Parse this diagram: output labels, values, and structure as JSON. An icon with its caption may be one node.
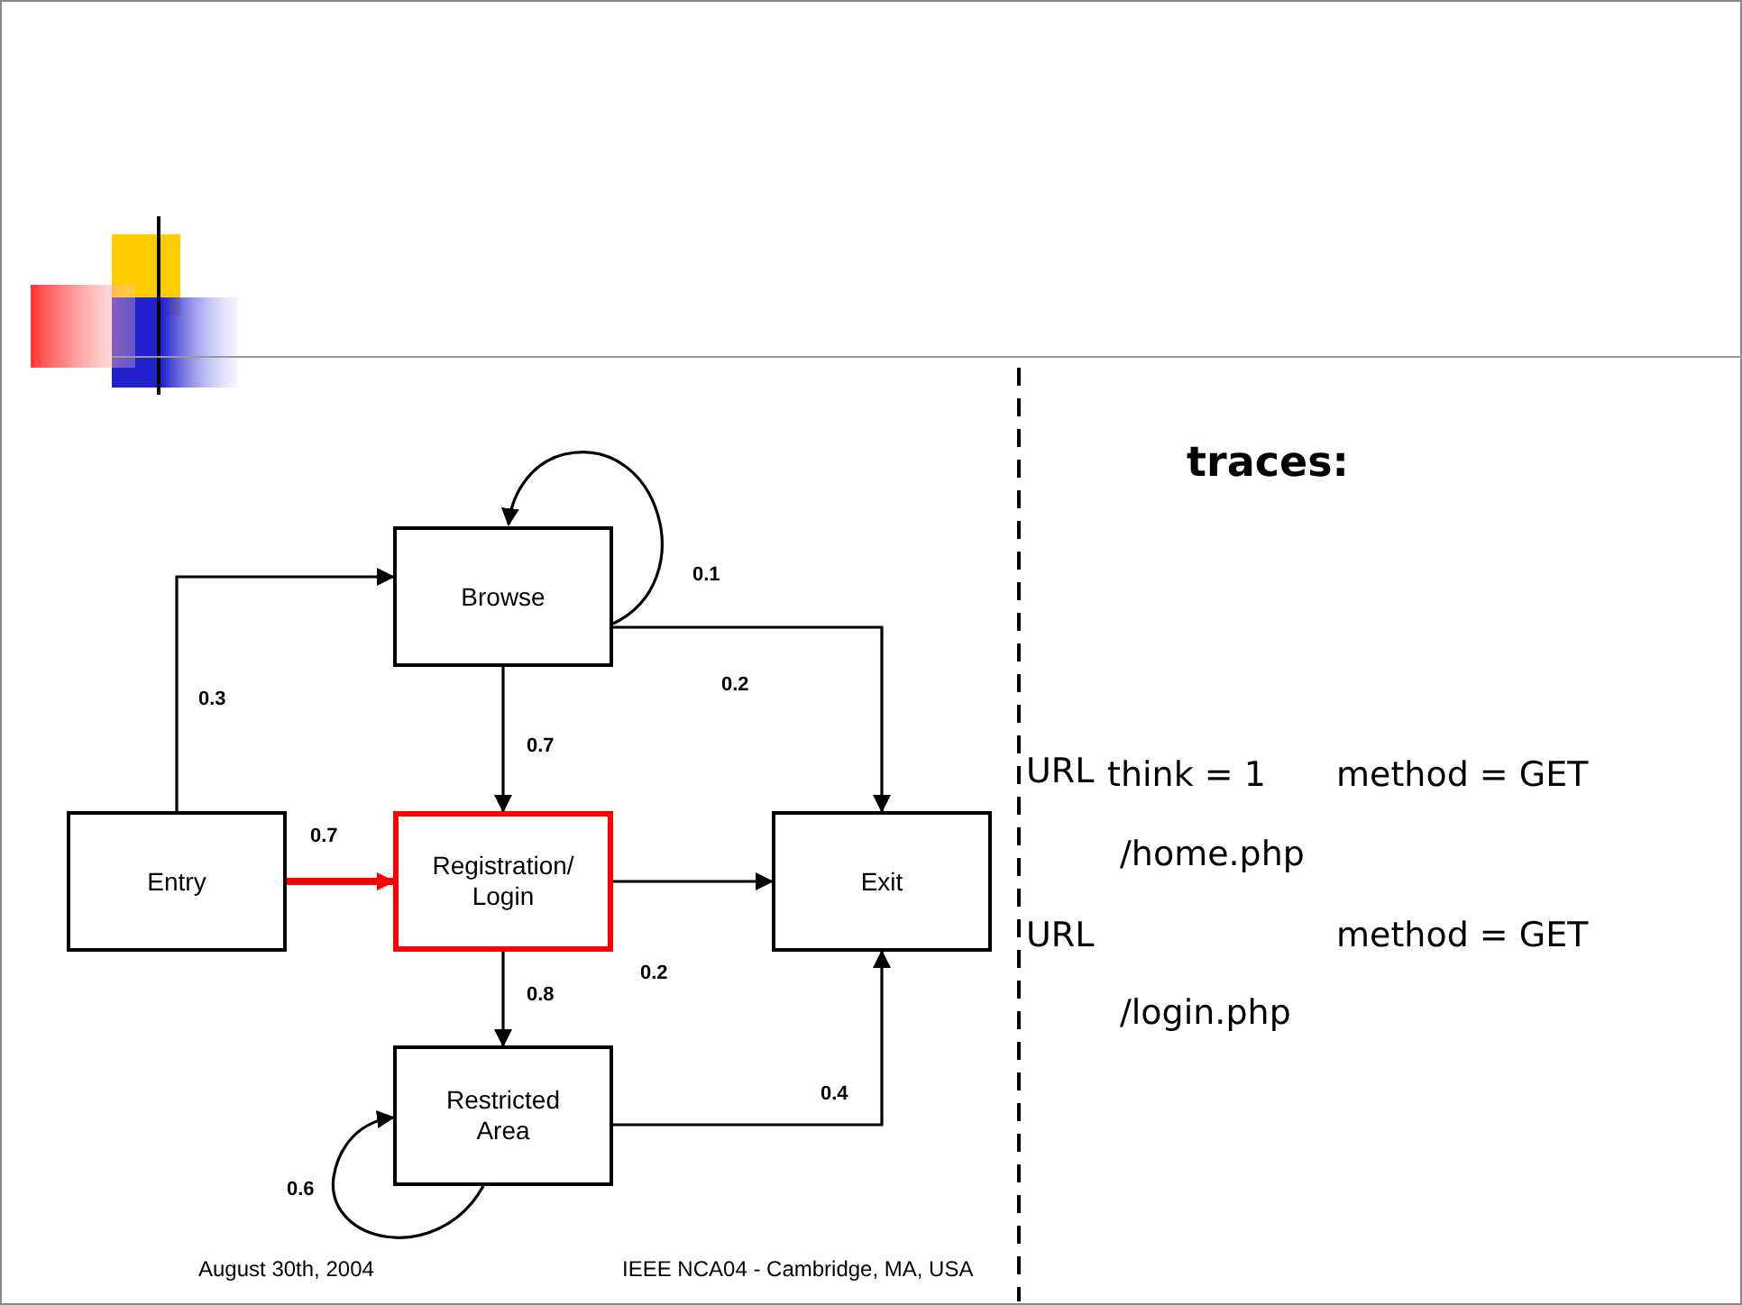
{
  "diagram": {
    "nodes": [
      {
        "text": [
          "Browse"
        ]
      },
      {
        "text": [
          "Entry"
        ]
      },
      {
        "text": [
          "Registration/ Login"
        ]
      },
      {
        "text": [
          "Exit"
        ]
      },
      {
        "text": [
          "Restricted Area"
        ]
      }
    ],
    "edges": [
      {
        "from": 0,
        "to": 0,
        "arrow": "to",
        "label": "0.1"
      },
      {
        "from": 1,
        "to": 0,
        "arrow": "to",
        "label": "0.3"
      },
      {
        "from": 0,
        "to": 3,
        "arrow": "to",
        "label": "0.2"
      },
      {
        "from": 0,
        "to": 2,
        "arrow": "to",
        "label": "0.7"
      },
      {
        "from": 1,
        "to": 2,
        "arrow": "to",
        "label": "0.7",
        "style": "thick",
        "color": "#ff0000"
      },
      {
        "from": 2,
        "to": 3,
        "arrow": "to",
        "label": "0.2"
      },
      {
        "from": 2,
        "to": 4,
        "arrow": "to",
        "label": "0.8"
      },
      {
        "from": 4,
        "to": 4,
        "arrow": "to",
        "label": "0.6"
      },
      {
        "from": 4,
        "to": 3,
        "arrow": "to",
        "label": "0.4"
      }
    ],
    "labels": [
      "traces:",
      "URL",
      "think = 1",
      "method = GET",
      "/home.php",
      "URL",
      "method = GET",
      "/login.php",
      "August 30th, 2004",
      "IEEE NCA04 - Cambridge, MA, USA"
    ]
  }
}
